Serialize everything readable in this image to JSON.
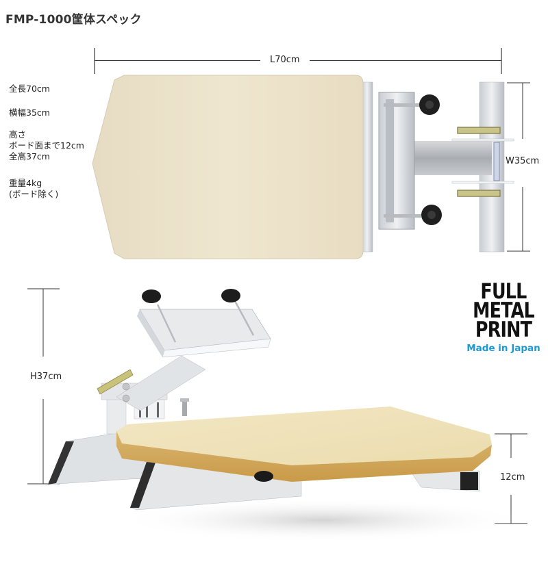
{
  "title": "FMP-1000筐体スペック",
  "specs": {
    "length": "全長70cm",
    "width": "横幅35cm",
    "height_heading": "高さ",
    "height_board": "ボード面まで12cm",
    "height_total": "全高37cm",
    "weight": "重量4kg",
    "weight_note": "(ボード除く)"
  },
  "dimensions": {
    "length_label": "L70cm",
    "width_label": "W35cm",
    "height_label": "H37cm",
    "board_height_label": "12cm"
  },
  "logo": {
    "line1": "FULL",
    "line2": "METAL",
    "line3": "PRINT",
    "tagline": "Made in Japan",
    "tagline_color": "#1a9ad6"
  },
  "images": {
    "top_view": "top-view-photo",
    "side_view": "perspective-view-photo"
  }
}
